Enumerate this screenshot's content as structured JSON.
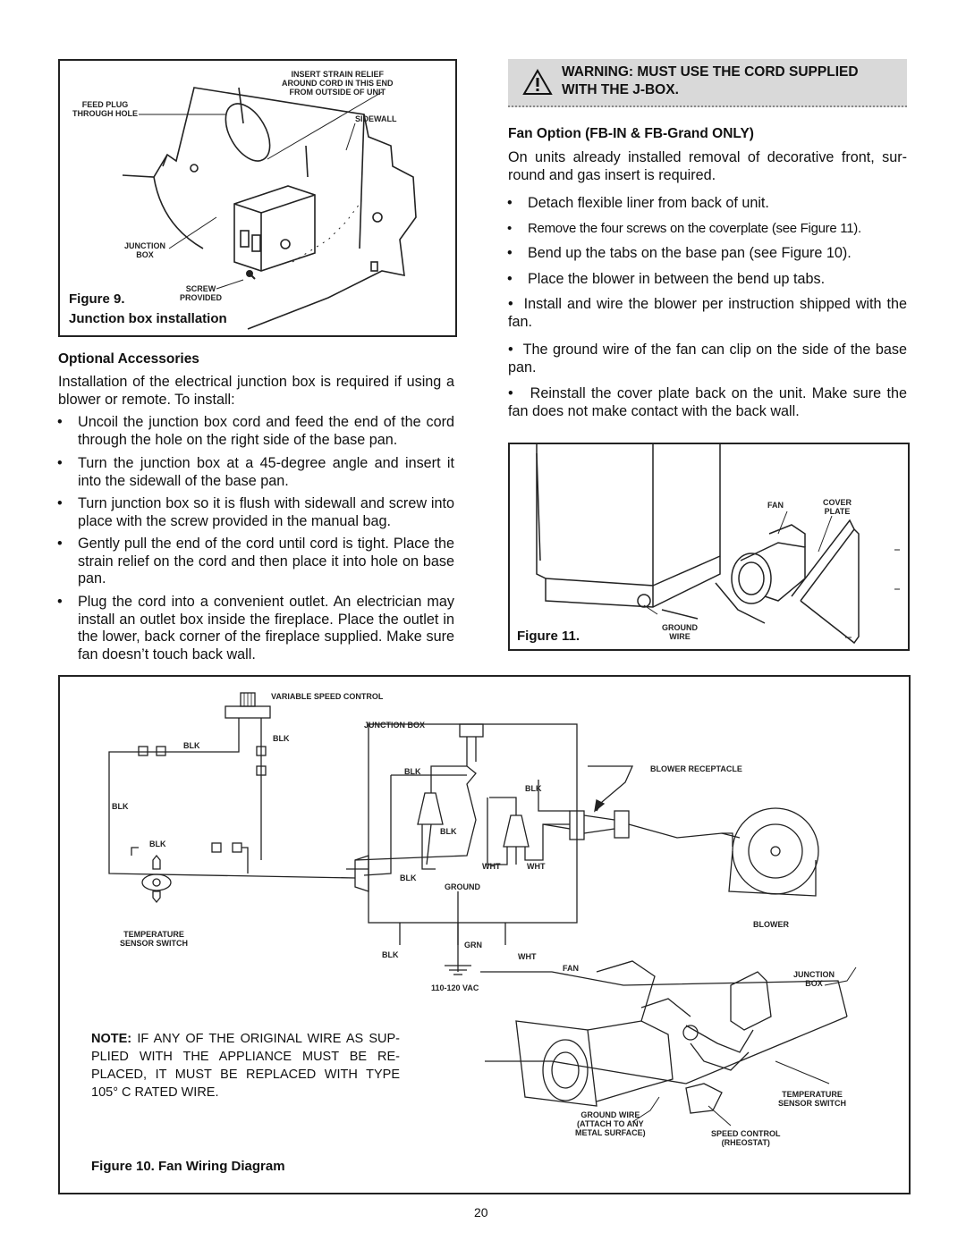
{
  "figure9": {
    "caption_num": "Figure 9.",
    "caption_title": "Junction box installation",
    "labels": {
      "strain_relief": [
        "INSERT STRAIN RELIEF",
        "AROUND CORD IN THIS END",
        "FROM OUTSIDE OF UNIT"
      ],
      "feed_plug": [
        "FEED PLUG",
        "THROUGH HOLE"
      ],
      "sidewall": "SIDEWALL",
      "junction_box": [
        "JUNCTION",
        "BOX"
      ],
      "screw": [
        "SCREW",
        "PROVIDED"
      ]
    }
  },
  "optional": {
    "heading": "Optional Accessories",
    "intro": "Installation of the electrical junction box is required if using a blower or remote. To install:",
    "bullets": [
      "Uncoil the junction box cord and feed the end of the cord through the hole on the right side of the base pan.",
      "Turn the junction box at a 45-degree angle and insert it into the sidewall of the base pan.",
      "Turn junction box so it is flush with sidewall and screw into place with the screw provided in the manual bag.",
      "Gently pull the end of the cord until cord is tight. Place the strain relief on the cord and then place it into hole on base pan.",
      "Plug the cord into a convenient outlet. An electrician may install an outlet box inside the fireplace. Place the outlet in the lower, back corner of the fireplace supplied. Make sure fan doesn’t touch back wall."
    ]
  },
  "warning": {
    "line1": "WARNING: MUST USE THE CORD SUPPLIED",
    "line2": "WITH THE J-BOX."
  },
  "fan_option": {
    "heading": "Fan Option (FB-IN & FB-Grand ONLY)",
    "intro": "On units already installed removal of decorative front, sur-round and gas insert is required.",
    "bullets": [
      "Detach flexible liner from back of unit.",
      "Remove the four screws on the coverplate (see Figure 11).",
      "Bend up the tabs on the base pan (see Figure 10).",
      "Place the blower in between the bend up tabs.",
      "Install and wire the blower per instruction shipped with the fan.",
      "The ground wire of the fan can clip on the side of the base pan.",
      "Reinstall the cover plate back on the unit. Make sure the fan does not make contact with the back wall."
    ]
  },
  "figure11": {
    "caption": "Figure 11.",
    "labels": {
      "fan": "FAN",
      "cover_plate": [
        "COVER",
        "PLATE"
      ],
      "ground_wire": [
        "GROUND",
        "WIRE"
      ]
    }
  },
  "figure10": {
    "caption": "Figure  10.  Fan Wiring Diagram",
    "labels": {
      "variable_speed": "VARIABLE SPEED CONTROL",
      "junction_box": "JUNCTION BOX",
      "blower_receptacle": "BLOWER RECEPTACLE",
      "blk": "BLK",
      "wht": "WHT",
      "grn": "GRN",
      "ground": "GROUND",
      "blower": "BLOWER",
      "temp_sensor": [
        "TEMPERATURE",
        "SENSOR SWITCH"
      ],
      "vac": "110-120 VAC",
      "fan": "FAN",
      "jbox": [
        "JUNCTION",
        "BOX"
      ],
      "ground_wire": [
        "GROUND WIRE",
        "(ATTACH TO ANY",
        "METAL SURFACE)"
      ],
      "speed_control": [
        "SPEED CONTROL",
        "(RHEOSTAT)"
      ]
    },
    "note_bold": "NOTE:",
    "note_text": "IF ANY OF THE ORIGINAL WIRE AS SUP-PLIED WITH THE APPLIANCE MUST BE RE-PLACED, IT MUST BE REPLACED WITH TYPE 105° C RATED WIRE."
  },
  "page_number": "20"
}
